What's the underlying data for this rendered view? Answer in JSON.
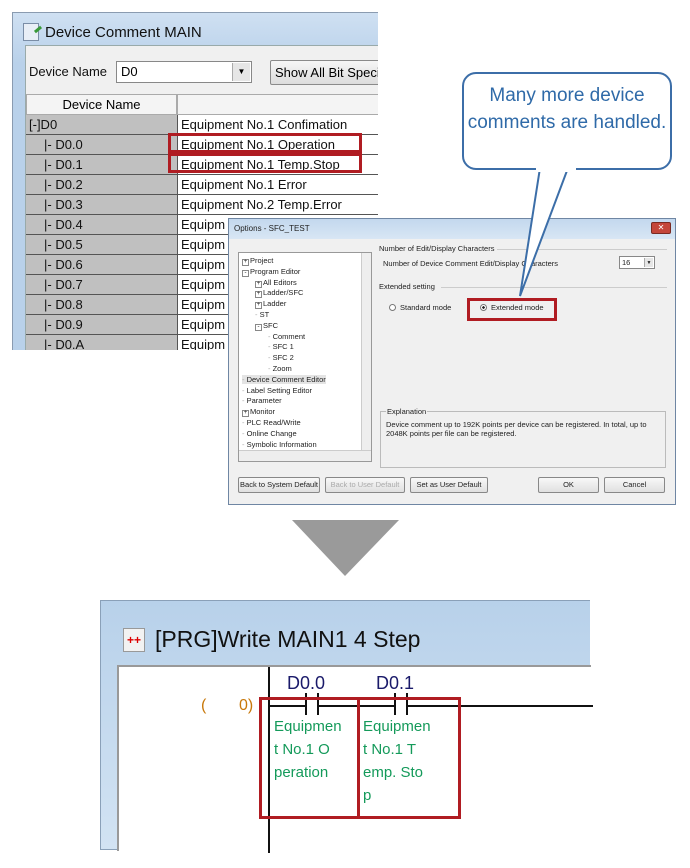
{
  "device_comment_window": {
    "title": "Device Comment MAIN",
    "device_name_label": "Device Name",
    "device_name_value": "D0",
    "show_all_button": "Show All Bit Speci",
    "column_header": "Device Name",
    "rows": [
      {
        "device": "[-]D0",
        "comment": "Equipment No.1 Confimation"
      },
      {
        "device": "|- D0.0",
        "comment": "Equipment No.1 Operation"
      },
      {
        "device": "|- D0.1",
        "comment": "Equipment No.1 Temp.Stop"
      },
      {
        "device": "|- D0.2",
        "comment": "Equipment No.1 Error"
      },
      {
        "device": "|- D0.3",
        "comment": "Equipment No.2 Temp.Error"
      },
      {
        "device": "|- D0.4",
        "comment": "Equipm"
      },
      {
        "device": "|- D0.5",
        "comment": "Equipm"
      },
      {
        "device": "|- D0.6",
        "comment": "Equipm"
      },
      {
        "device": "|- D0.7",
        "comment": "Equipm"
      },
      {
        "device": "|- D0.8",
        "comment": "Equipm"
      },
      {
        "device": "|- D0.9",
        "comment": "Equipm"
      },
      {
        "device": "|- D0.A",
        "comment": "Equipm"
      }
    ]
  },
  "callout": {
    "text": "Many more device comments are handled."
  },
  "options_dialog": {
    "title": "Options - SFC_TEST",
    "tree": [
      "Project",
      "Program Editor",
      "All Editors",
      "Ladder/SFC",
      "Ladder",
      "ST",
      "SFC",
      "Comment",
      "SFC 1",
      "SFC 2",
      "Zoom",
      "Device Comment Editor",
      "Label Setting Editor",
      "Parameter",
      "Monitor",
      "PLC Read/Write",
      "Online Change",
      "Symbolic Information"
    ],
    "group_chars": "Number of Edit/Display Characters",
    "chars_label": "Number of Device Comment Edit/Display Characters",
    "chars_value": "16",
    "group_extended": "Extended setting",
    "standard_mode": "Standard mode",
    "extended_mode": "Extended mode",
    "selected_mode": "extended",
    "explanation_title": "Explanation",
    "explanation_text": "Device comment up to 192K points per device can be registered. In total, up to 2048K points per file can be registered.",
    "buttons": {
      "system_default": "Back to System Default",
      "user_default": "Back to User Default",
      "set_user_default": "Set as User Default",
      "ok": "OK",
      "cancel": "Cancel"
    }
  },
  "ladder_window": {
    "title": "[PRG]Write MAIN1 4 Step",
    "step_open": "(",
    "step_num": "0)",
    "contacts": [
      {
        "device": "D0.0",
        "comment_lines": [
          "Equipmen",
          "t No.1 O",
          "peration"
        ]
      },
      {
        "device": "D0.1",
        "comment_lines": [
          "Equipmen",
          "t No.1 T",
          "emp. Sto",
          "p"
        ]
      }
    ]
  },
  "colors": {
    "highlight": "#b01c22",
    "callout": "#3c6ea8",
    "comment_text": "#149a5a",
    "arrow": "#9a9a9a"
  }
}
